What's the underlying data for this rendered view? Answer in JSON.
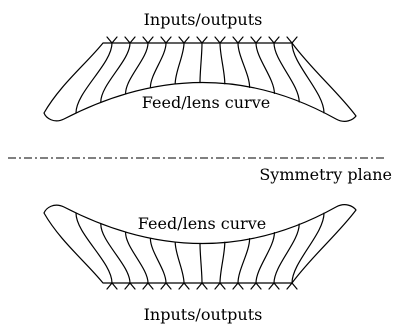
{
  "top_lens": {
    "io_label": "Inputs/outputs",
    "curve_label": "Feed/lens curve"
  },
  "symmetry": {
    "label": "Symmetry plane"
  },
  "bottom_lens": {
    "curve_label": "Feed/lens curve",
    "io_label": "Inputs/outputs"
  },
  "ports_per_lens": 11
}
